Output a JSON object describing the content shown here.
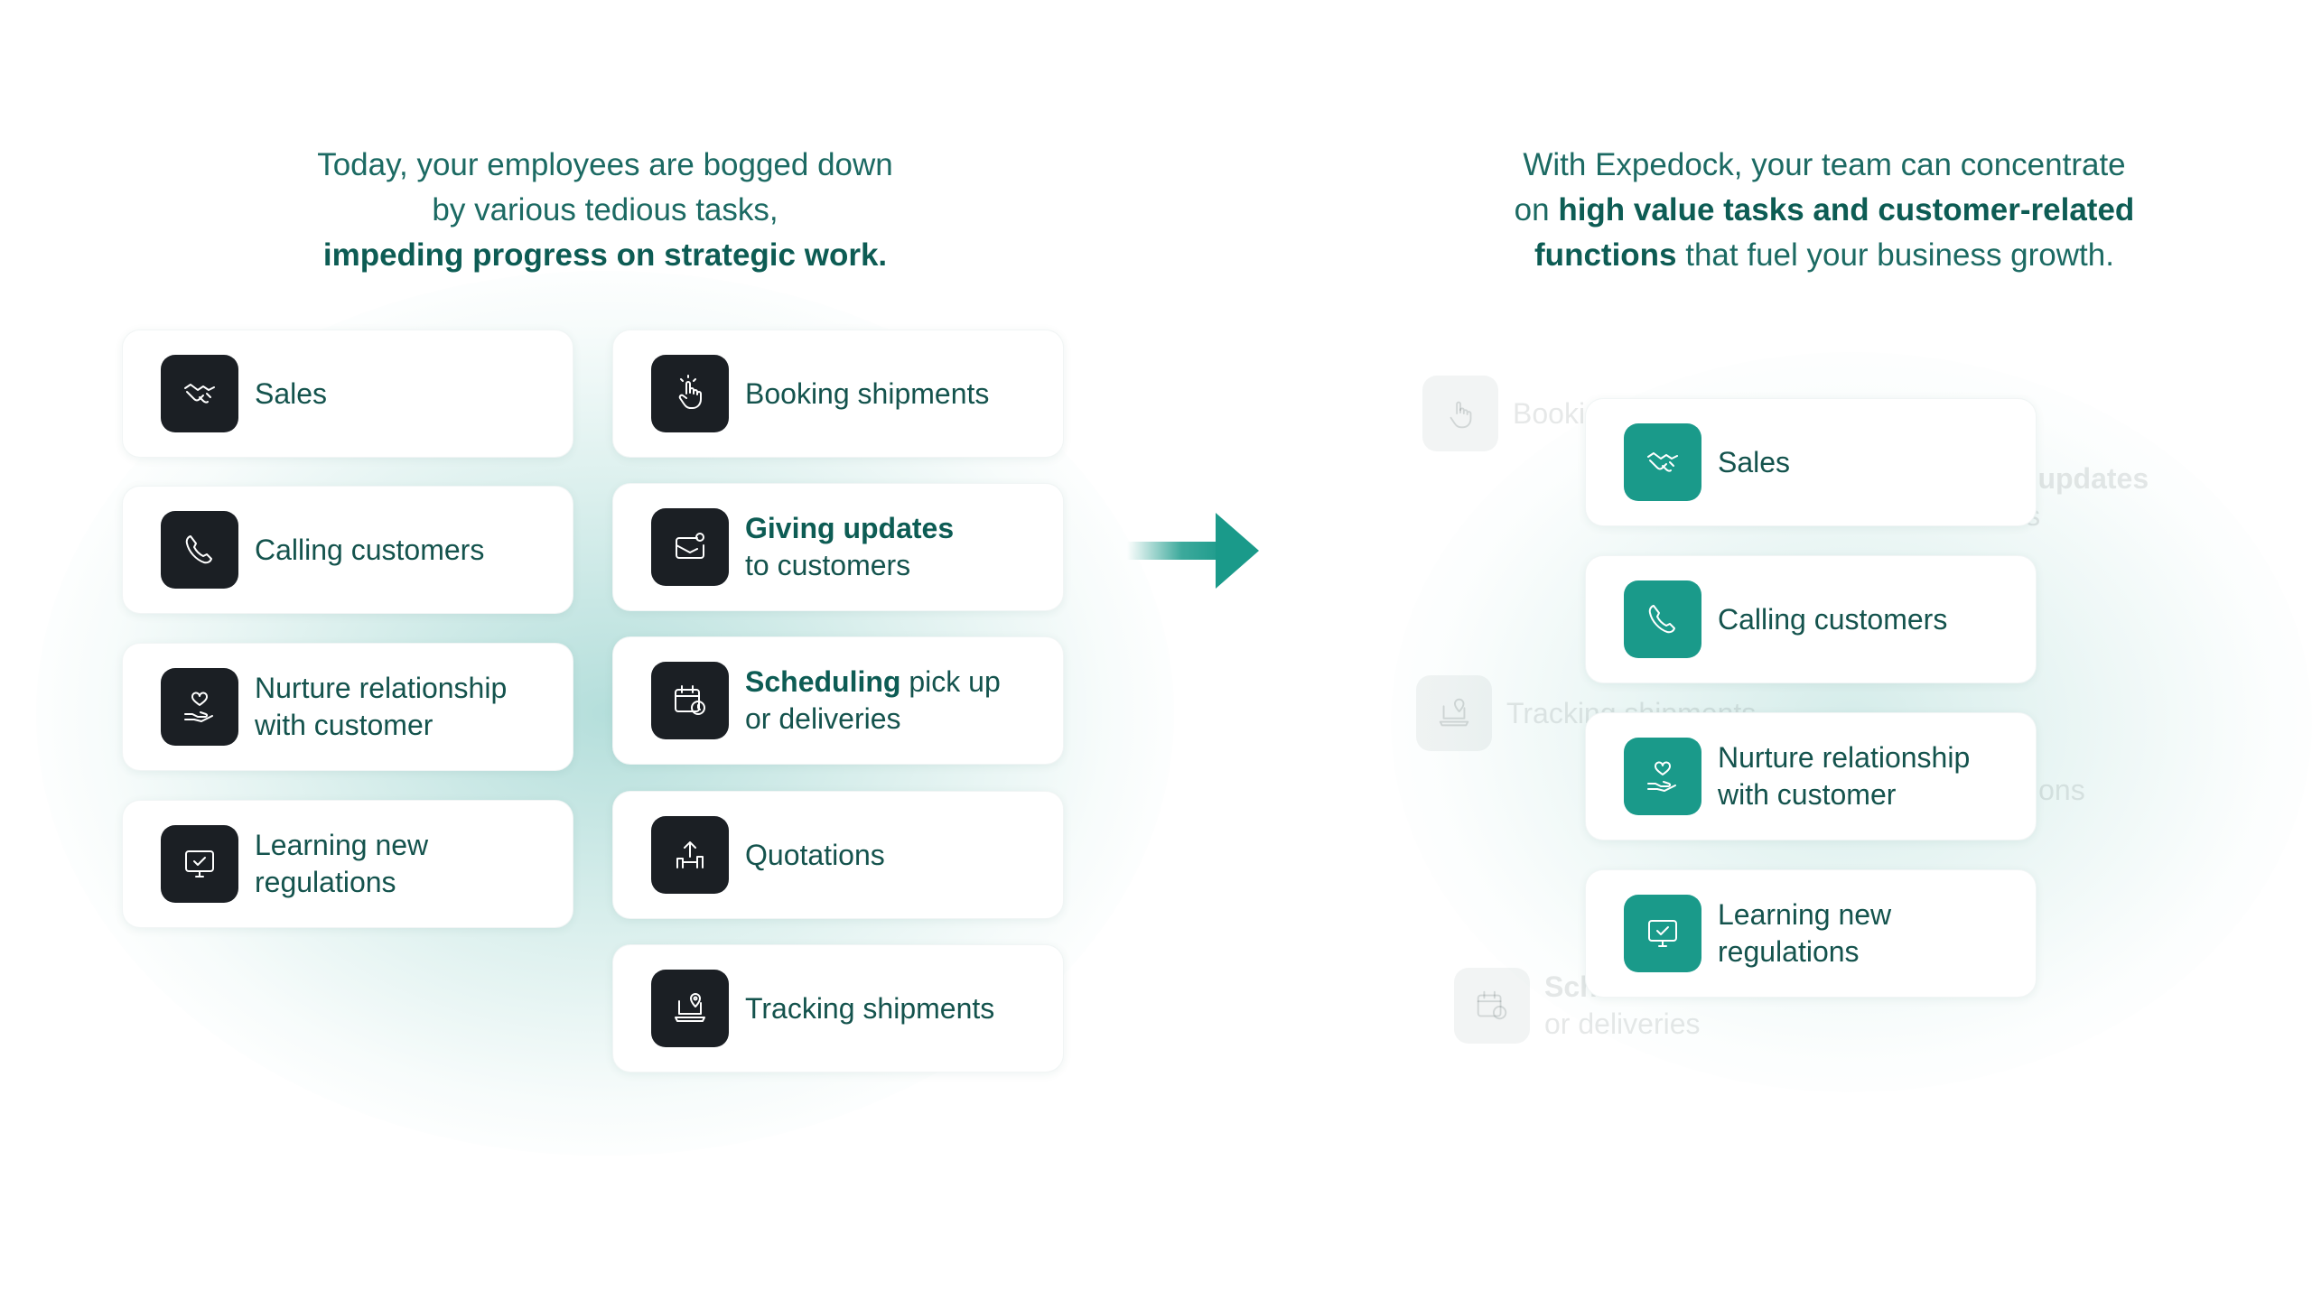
{
  "left": {
    "heading": {
      "line1": "Today, your employees are bogged down",
      "line2": "by various tedious tasks,",
      "line3_bold": "impeding progress on strategic work."
    },
    "cards": [
      {
        "icon": "handshake-icon",
        "line1": "Sales"
      },
      {
        "icon": "phone-icon",
        "line1": "Calling customers"
      },
      {
        "icon": "heart-hand-icon",
        "line1": "Nurture relationship",
        "line2": "with customer"
      },
      {
        "icon": "monitor-check-icon",
        "line1": "Learning new",
        "line2": "regulations"
      },
      {
        "icon": "tap-hand-icon",
        "line1": "Booking shipments"
      },
      {
        "icon": "mail-notification-icon",
        "bold": "Giving updates",
        "line2": "to customers"
      },
      {
        "icon": "calendar-clock-icon",
        "bold": "Scheduling",
        "rest": " pick up",
        "line2": "or deliveries"
      },
      {
        "icon": "hand-up-icon",
        "line1": "Quotations"
      },
      {
        "icon": "laptop-location-icon",
        "line1": "Tracking shipments"
      }
    ]
  },
  "right": {
    "heading": {
      "line1": "With Expedock, your team can concentrate",
      "line2_pre": "on ",
      "line2_bold": "high value tasks and customer-related",
      "line3_bold": "functions",
      "line3_post": " that fuel your business growth."
    },
    "cards": [
      {
        "icon": "handshake-icon",
        "line1": "Sales"
      },
      {
        "icon": "phone-icon",
        "line1": "Calling customers"
      },
      {
        "icon": "heart-hand-icon",
        "line1": "Nurture relationship",
        "line2": "with customer"
      },
      {
        "icon": "monitor-check-icon",
        "line1": "Learning new",
        "line2": "regulations"
      }
    ],
    "ghosts": {
      "booking": "Booki",
      "updates_a": "g updates",
      "updates_b": "mers",
      "tracking": "Tracking shipments",
      "quotations": "ions",
      "scheduling_a": "Sch",
      "scheduling_b": "or deliveries"
    }
  },
  "colors": {
    "accent": "#1a9a8a",
    "icon_dark": "#1b1f24",
    "text": "#14534d"
  }
}
